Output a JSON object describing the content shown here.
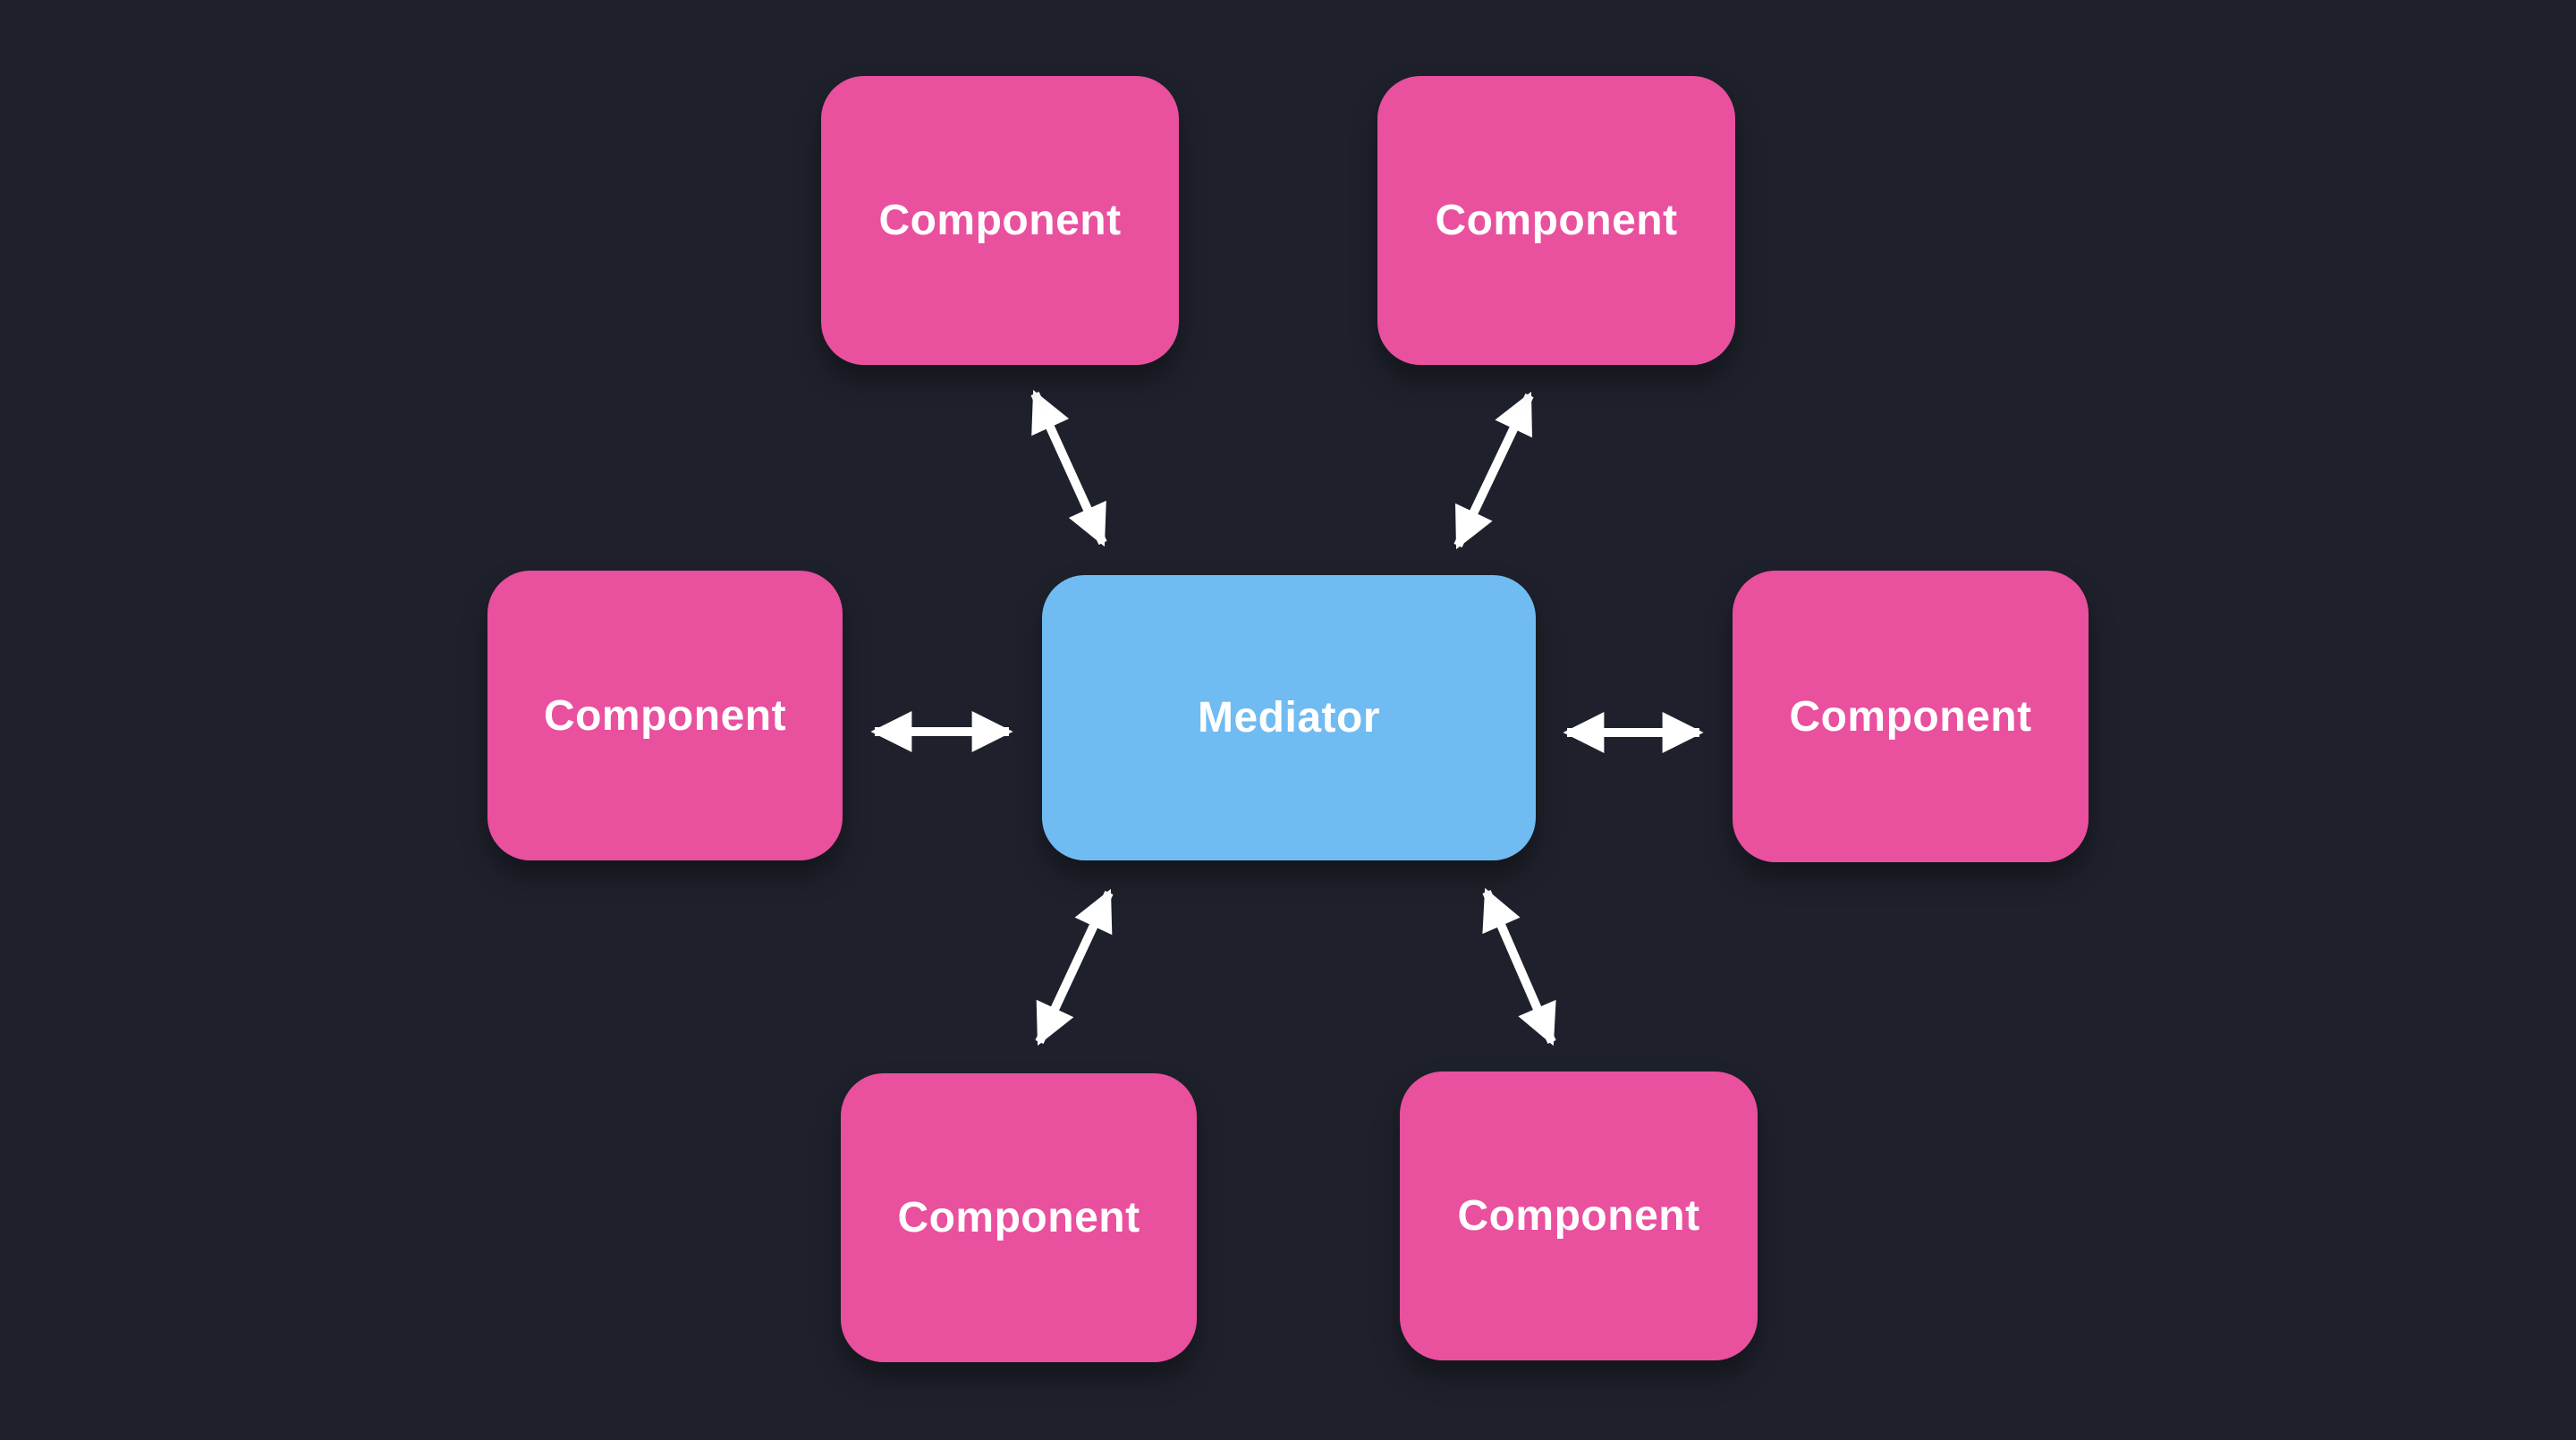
{
  "diagram": {
    "type": "mediator-pattern",
    "background": "#1e212b",
    "colors": {
      "component_fill": "#e9509e",
      "mediator_fill": "#70bbf2",
      "label_text": "#ffffff",
      "arrow": "#ffffff"
    },
    "mediator": {
      "id": "mediator",
      "label": "Mediator"
    },
    "components": [
      {
        "id": "component-top-left",
        "label": "Component"
      },
      {
        "id": "component-top-right",
        "label": "Component"
      },
      {
        "id": "component-left",
        "label": "Component"
      },
      {
        "id": "component-right",
        "label": "Component"
      },
      {
        "id": "component-bottom-left",
        "label": "Component"
      },
      {
        "id": "component-bottom-right",
        "label": "Component"
      }
    ],
    "connections": [
      {
        "from": "mediator",
        "to": "component-top-left",
        "type": "bidirectional"
      },
      {
        "from": "mediator",
        "to": "component-top-right",
        "type": "bidirectional"
      },
      {
        "from": "mediator",
        "to": "component-left",
        "type": "bidirectional"
      },
      {
        "from": "mediator",
        "to": "component-right",
        "type": "bidirectional"
      },
      {
        "from": "mediator",
        "to": "component-bottom-left",
        "type": "bidirectional"
      },
      {
        "from": "mediator",
        "to": "component-bottom-right",
        "type": "bidirectional"
      }
    ]
  }
}
